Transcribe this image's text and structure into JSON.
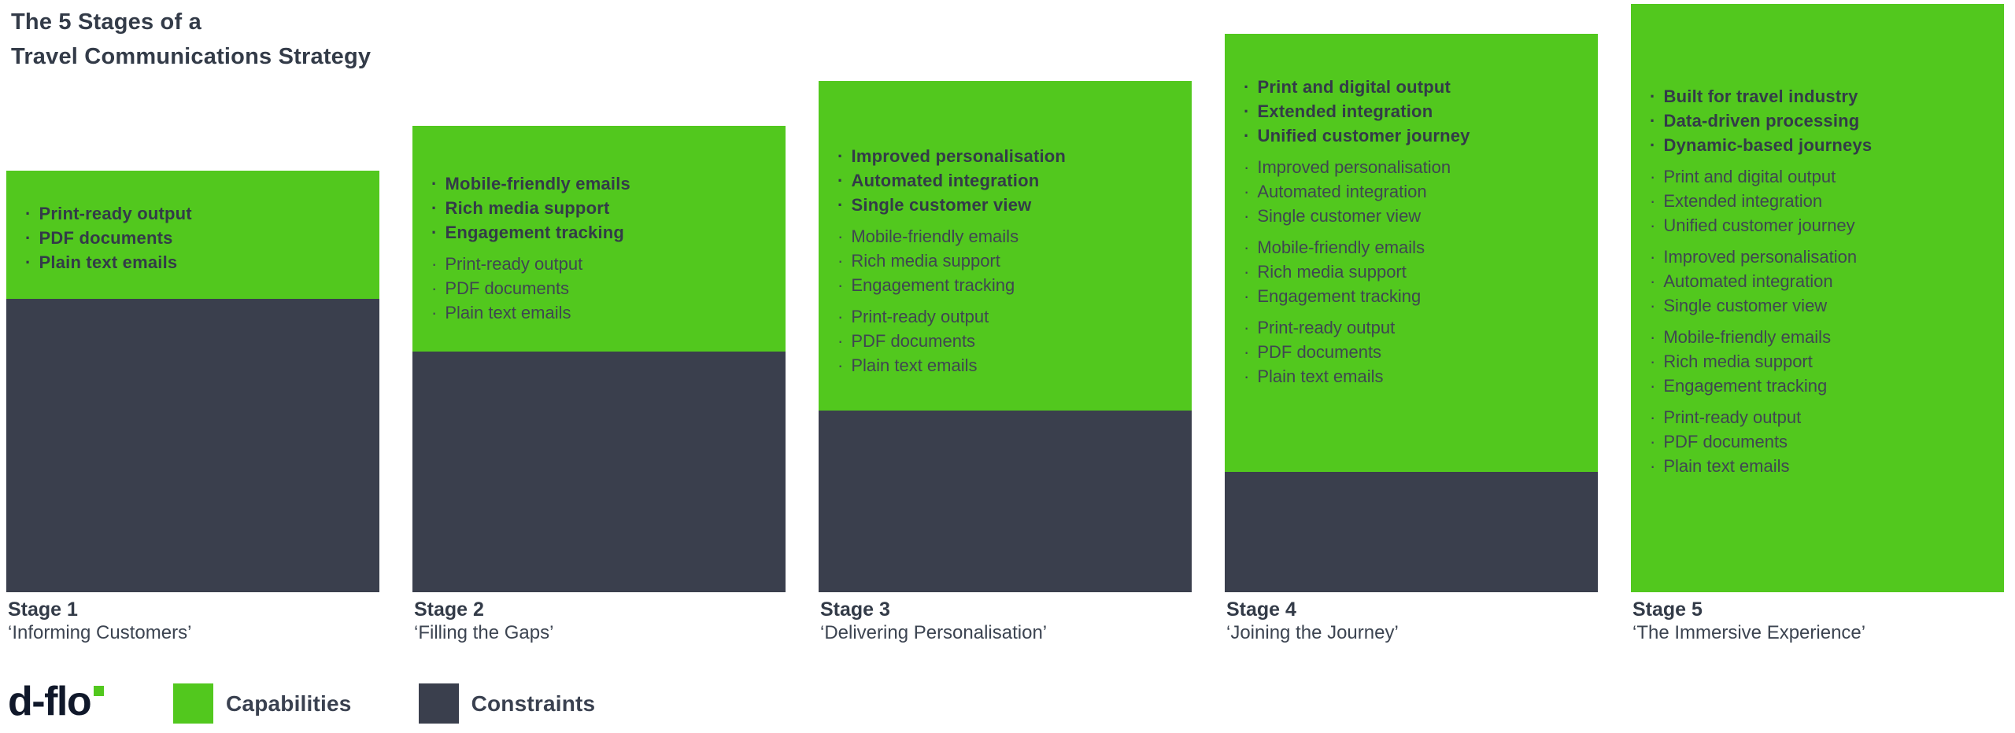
{
  "title": {
    "line1": "The 5 Stages of a",
    "line2": "Travel Communications Strategy"
  },
  "colors": {
    "capabilities_green": "#52c81e",
    "constraints_dark": "#3a3f4d",
    "text_dark": "#333b48",
    "logo_dark": "#10182a"
  },
  "logo": {
    "text": "d-flo",
    "accent": "green-square-dot"
  },
  "legend": {
    "capabilities_label": "Capabilities",
    "constraints_label": "Constraints"
  },
  "stages": [
    {
      "name": "Stage 1",
      "subtitle": "‘Informing Customers’",
      "capability_groups": [
        {
          "emphasis": true,
          "items": [
            "Print-ready output",
            "PDF documents",
            "Plain text emails"
          ]
        }
      ]
    },
    {
      "name": "Stage 2",
      "subtitle": "‘Filling the Gaps’",
      "capability_groups": [
        {
          "emphasis": true,
          "items": [
            "Mobile-friendly emails",
            "Rich media support",
            "Engagement tracking"
          ]
        },
        {
          "emphasis": false,
          "items": [
            "Print-ready output",
            "PDF documents",
            "Plain text emails"
          ]
        }
      ]
    },
    {
      "name": "Stage 3",
      "subtitle": "‘Delivering Personalisation’",
      "capability_groups": [
        {
          "emphasis": true,
          "items": [
            "Improved personalisation",
            "Automated integration",
            "Single customer view"
          ]
        },
        {
          "emphasis": false,
          "items": [
            "Mobile-friendly emails",
            "Rich media support",
            "Engagement tracking"
          ]
        },
        {
          "emphasis": false,
          "items": [
            "Print-ready output",
            "PDF documents",
            "Plain text emails"
          ]
        }
      ]
    },
    {
      "name": "Stage 4",
      "subtitle": "‘Joining the Journey’",
      "capability_groups": [
        {
          "emphasis": true,
          "items": [
            "Print and digital output",
            "Extended integration",
            "Unified customer journey"
          ]
        },
        {
          "emphasis": false,
          "items": [
            "Improved personalisation",
            "Automated integration",
            "Single customer view"
          ]
        },
        {
          "emphasis": false,
          "items": [
            "Mobile-friendly emails",
            "Rich media support",
            "Engagement tracking"
          ]
        },
        {
          "emphasis": false,
          "items": [
            "Print-ready output",
            "PDF documents",
            "Plain text emails"
          ]
        }
      ]
    },
    {
      "name": "Stage 5",
      "subtitle": "‘The Immersive Experience’",
      "capability_groups": [
        {
          "emphasis": true,
          "items": [
            "Built for travel industry",
            "Data-driven processing",
            "Dynamic-based journeys"
          ]
        },
        {
          "emphasis": false,
          "items": [
            "Print and digital output",
            "Extended integration",
            "Unified customer journey"
          ]
        },
        {
          "emphasis": false,
          "items": [
            "Improved personalisation",
            "Automated integration",
            "Single customer view"
          ]
        },
        {
          "emphasis": false,
          "items": [
            "Mobile-friendly emails",
            "Rich media support",
            "Engagement tracking"
          ]
        },
        {
          "emphasis": false,
          "items": [
            "Print-ready output",
            "PDF documents",
            "Plain text emails"
          ]
        }
      ]
    }
  ]
}
